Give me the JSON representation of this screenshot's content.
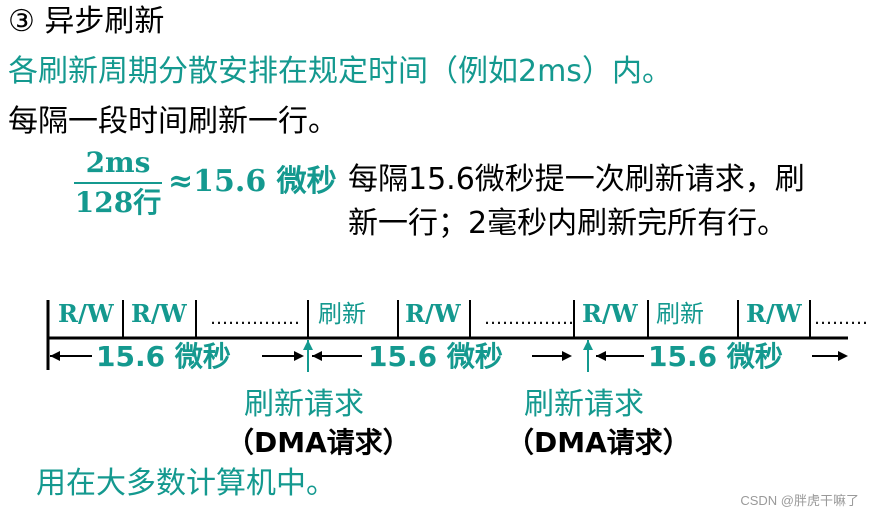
{
  "heading": "③ 异步刷新",
  "line1": "各刷新周期分散安排在规定时间（例如2ms）内。",
  "line2": "每隔一段时间刷新一行。",
  "fraction": {
    "numerator": "2ms",
    "denominator": "128行"
  },
  "approx": "≈15.6 微秒",
  "note": {
    "line1": "每隔15.6微秒提一次刷新请求，刷",
    "line2": "新一行；2毫秒内刷新完所有行。"
  },
  "timeline": {
    "segments": [
      "R/W",
      "R/W",
      "……………",
      "刷新",
      "R/W",
      "……………",
      "R/W",
      "刷新",
      "R/W",
      "………"
    ],
    "span_label": "15.6 微秒",
    "request_label": "刷新请求",
    "dma_label": "（DMA请求）"
  },
  "footer": "用在大多数计算机中。",
  "watermark": "CSDN @胖虎干嘛了",
  "colors": {
    "accent": "#14998f",
    "text": "#000000"
  }
}
